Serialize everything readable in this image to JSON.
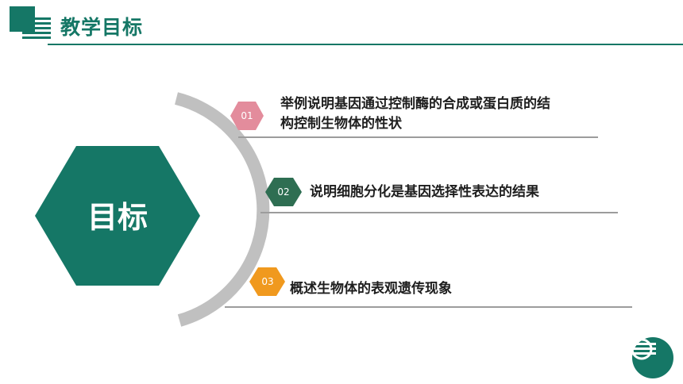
{
  "header": {
    "title": "教学目标"
  },
  "center": {
    "label": "目标"
  },
  "objectives": [
    {
      "number": "01",
      "text_line1": "举例说明基因通过控制酶的合成或蛋白质的结",
      "text_line2": "构控制生物体的性状",
      "color": "#e38c9c"
    },
    {
      "number": "02",
      "text_line1": "说明细胞分化是基因选择性表达的结果",
      "color": "#2e6e52"
    },
    {
      "number": "03",
      "text_line1": "概述生物体的表观遗传现象",
      "color": "#f0991e"
    }
  ],
  "colors": {
    "primary": "#157766",
    "arc": "#c0c0c0",
    "divider": "#9c9c9c"
  }
}
